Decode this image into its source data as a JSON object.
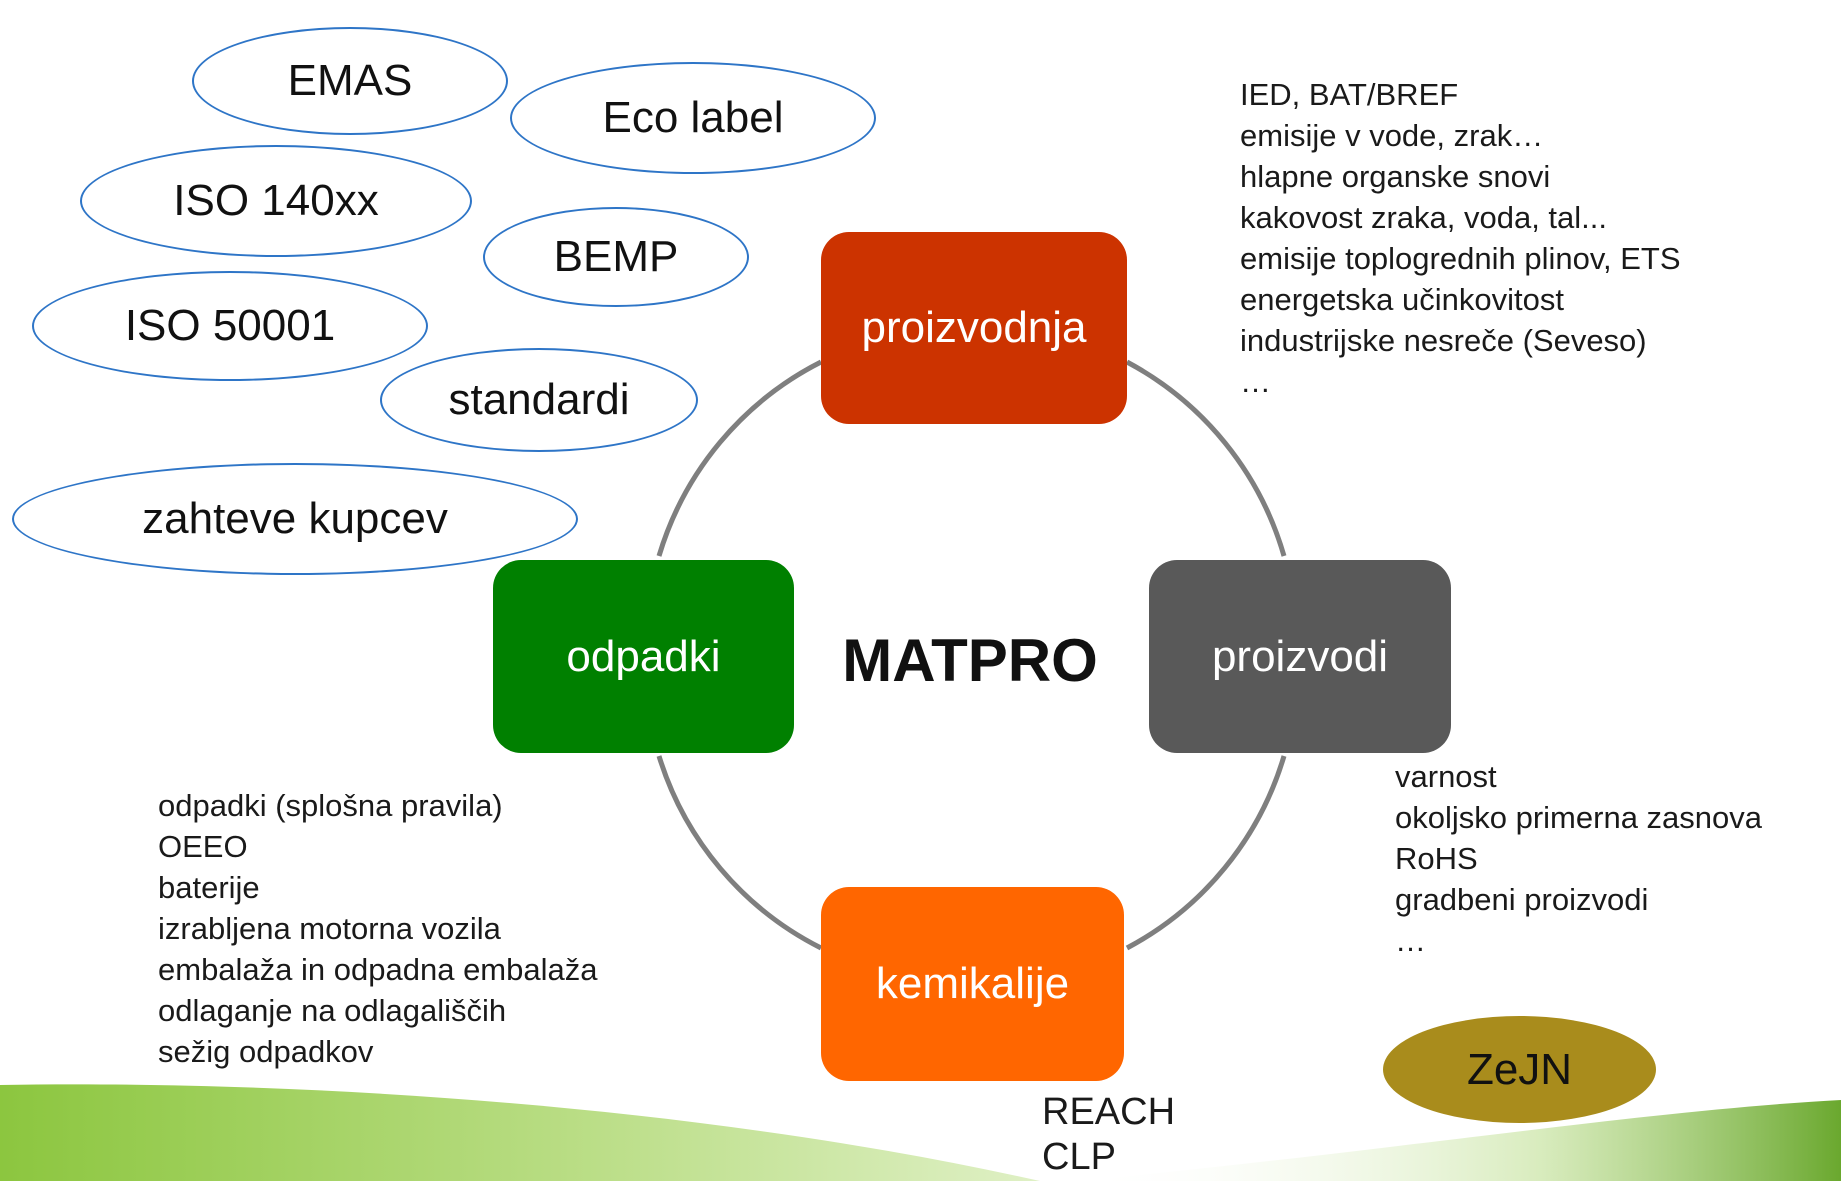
{
  "diagram": {
    "center_label": "MATPRO",
    "nodes": {
      "production": {
        "label": "proizvodnja",
        "color": "#cc3300"
      },
      "products": {
        "label": "proizvodi",
        "color": "#595959"
      },
      "chemicals": {
        "label": "kemikalije",
        "color": "#ff6600"
      },
      "waste": {
        "label": "odpadki",
        "color": "#008000"
      }
    },
    "voluntary_tools": [
      "EMAS",
      "Eco label",
      "ISO 140xx",
      "BEMP",
      "ISO 50001",
      "standardi",
      "zahteve kupcev"
    ],
    "production_topics": [
      "IED, BAT/BREF",
      "emisije v vode, zrak…",
      "hlapne organske snovi",
      "kakovost zraka, voda, tal...",
      "emisije toplogrednih plinov, ETS",
      "energetska učinkovitost",
      "industrijske nesreče (Seveso)",
      "…"
    ],
    "products_topics": [
      "varnost",
      "okoljsko primerna zasnova",
      "RoHS",
      "gradbeni proizvodi",
      "…"
    ],
    "chemicals_topics": [
      "REACH",
      "CLP"
    ],
    "waste_topics": [
      "odpadki (splošna pravila)",
      "OEEO",
      "baterije",
      "izrabljena motorna vozila",
      "embalaža in odpadna embalaža",
      "odlaganje na odlagališčih",
      "sežig odpadkov"
    ],
    "badge": {
      "label": "ZeJN",
      "color": "#a98c1c"
    },
    "ring_color": "#7f7f7f",
    "oval_border_color": "#2e75c7"
  }
}
